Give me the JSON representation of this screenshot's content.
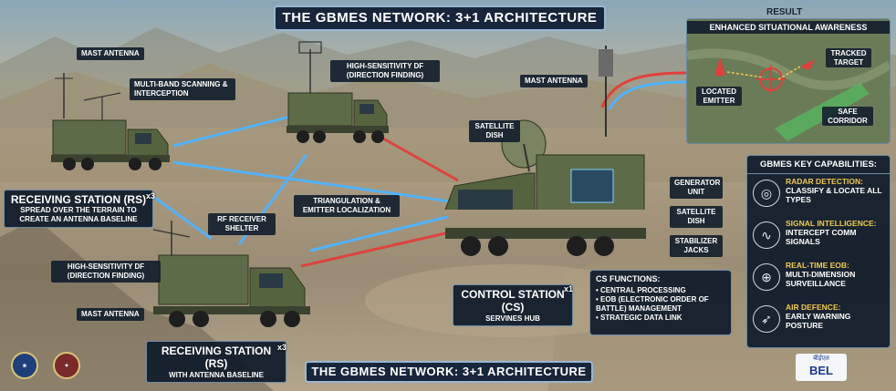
{
  "header": {
    "title": "THE GBMES NETWORK: 3+1 ARCHITECTURE"
  },
  "footer": {
    "title": "THE GBMES NETWORK: 3+1 ARCHITECTURE"
  },
  "stations": {
    "rs_top_left": {
      "mast_label": "MAST ANTENNA",
      "scanning_label": "MULTI-BAND SCANNING & INTERCEPTION",
      "title": "RECEIVING STATION (RS)",
      "subtitle": "SPREAD OVER THE TERRAIN TO CREATE AN ANTENNA BASELINE",
      "multiplier": "x3"
    },
    "rs_top_center": {
      "df_label": "HIGH-SENSITIVITY DF (DIRECTION FINDING)"
    },
    "rs_bottom": {
      "df_label": "HIGH-SENSITIVITY DF (DIRECTION FINDING)",
      "shelter_label": "RF RECEIVER SHELTER",
      "mast_label": "MAST ANTENNA",
      "title": "RECEIVING STATION (RS)",
      "subtitle": "WITH ANTENNA BASELINE",
      "multiplier": "x3"
    },
    "triangulation_label": "TRIANGULATION & EMITTER LOCALIZATION",
    "cs": {
      "mast_label": "MAST ANTENNA",
      "satellite_label": "SATELLITE DISH",
      "generator_label": "GENERATOR UNIT",
      "satellite_label_2": "SATELLITE DISH",
      "stabilizer_label": "STABILIZER JACKS",
      "title": "CONTROL STATION (CS)",
      "subtitle": "SERVINES HUB",
      "multiplier": "x1"
    }
  },
  "cs_functions": {
    "title": "CS FUNCTIONS:",
    "items": [
      "• CENTRAL PROCESSING",
      "• EOB (ELECTRONIC ORDER OF BATTLE) MANAGEMENT",
      "• STRATEGIC DATA LINK"
    ]
  },
  "result": {
    "label": "RESULT",
    "title": "ENHANCED SITUATIONAL AWARENESS",
    "located_emitter": "LOCATED EMITTER",
    "tracked_target": "TRACKED TARGET",
    "safe_corridor": "SAFE CORRIDOR"
  },
  "capabilities": {
    "title": "GBMES KEY CAPABILITIES:",
    "items": [
      {
        "icon": "radar-icon",
        "title": "RADAR DETECTION:",
        "desc": "CLASSIFY & LOCATE ALL TYPES"
      },
      {
        "icon": "signal-icon",
        "title": "SIGNAL INTELLIGENCE:",
        "desc": "INTERCEPT COMM SIGNALS"
      },
      {
        "icon": "globe-icon",
        "title": "REAL-TIME EOB:",
        "desc": "MULTI-DIMENSION SURVEILLANCE"
      },
      {
        "icon": "missile-icon",
        "title": "AIR DEFENCE:",
        "desc": "EARLY WARNING POSTURE"
      }
    ]
  },
  "logos": {
    "bel_hindi": "बीईएल",
    "bel": "BEL"
  },
  "colors": {
    "panel": "#13202e",
    "accent_yellow": "#f2c94c",
    "link_blue": "#4fb3ff",
    "link_red": "#e0403a",
    "truck": "#5e6b48"
  }
}
